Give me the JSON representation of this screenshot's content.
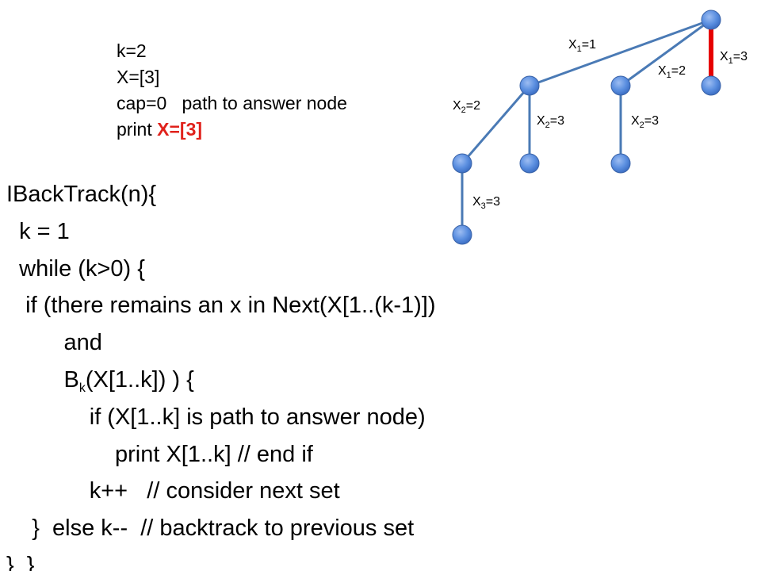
{
  "state": {
    "k_line": "k=2",
    "x_line": "X=[3]",
    "cap_prefix": "cap=0",
    "cap_note": "path to answer node",
    "print_prefix": "print",
    "print_value": "X=[3]"
  },
  "code": {
    "line1": "IBackTrack(n){",
    "line2": "k = 1",
    "line3": "while (k>0) {",
    "line4": "if (there remains an x in Next(X[1..(k-1)])",
    "line5": "and",
    "line6_pre": "B",
    "line6_sub": "k",
    "line6_post": "(X[1..k]) ) {",
    "line7": "if (X[1..k] is path to answer node)",
    "line8": "print X[1..k] // end if",
    "line9": "k++   // consider next set",
    "line10": "}  else k--  // backtrack to previous set",
    "line11": "}  }"
  },
  "tree": {
    "edge_color": "#4a7ab5",
    "path_color": "#e60000",
    "node_color": "#5b8fe0",
    "labels": {
      "x1_1": {
        "var": "X",
        "sub": "1",
        "val": "=1"
      },
      "x1_2": {
        "var": "X",
        "sub": "1",
        "val": "=2"
      },
      "x1_3": {
        "var": "X",
        "sub": "1",
        "val": "=3"
      },
      "x2_2": {
        "var": "X",
        "sub": "2",
        "val": "=2"
      },
      "x2_3a": {
        "var": "X",
        "sub": "2",
        "val": "=3"
      },
      "x2_3b": {
        "var": "X",
        "sub": "2",
        "val": "=3"
      },
      "x3_3": {
        "var": "X",
        "sub": "3",
        "val": "=3"
      }
    }
  }
}
